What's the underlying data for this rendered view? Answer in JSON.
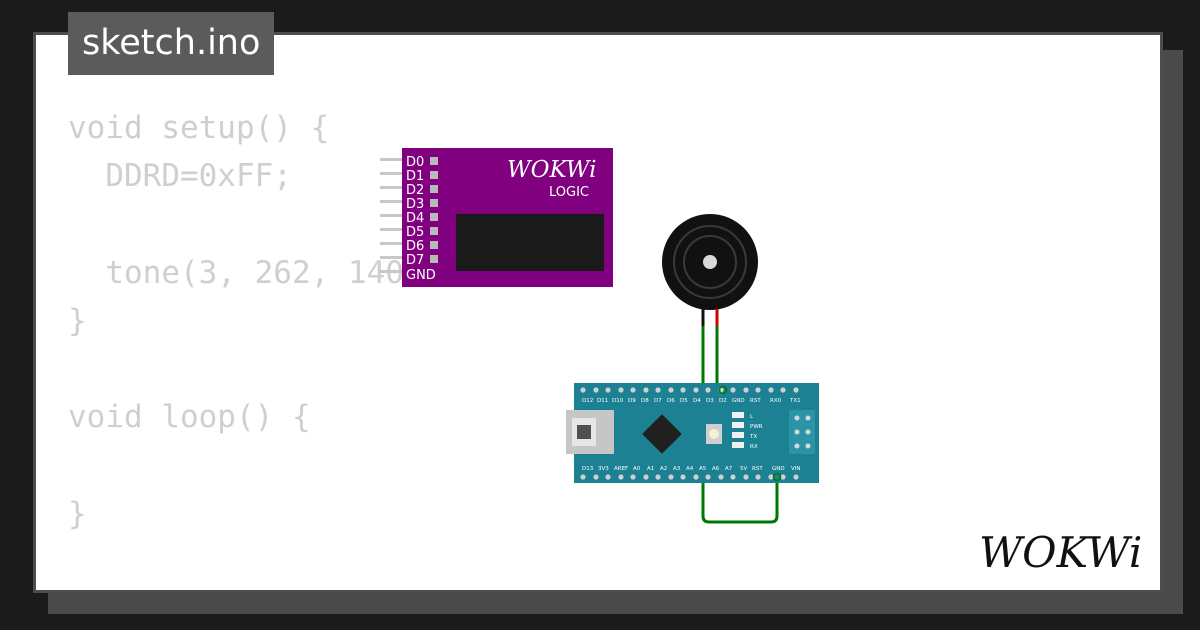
{
  "file_tab": {
    "label": "sketch.ino"
  },
  "code": {
    "lines": [
      "void setup() {",
      "  DDRD=0xFF;",
      "",
      "  tone(3, 262, 140",
      "}",
      "",
      "void loop() {",
      "",
      "}"
    ]
  },
  "logic_analyzer": {
    "brand": "WOKWi",
    "subtitle": "LOGIC",
    "pins": [
      "D0",
      "D1",
      "D2",
      "D3",
      "D4",
      "D5",
      "D6",
      "D7",
      "GND"
    ],
    "color": "#800080"
  },
  "arduino_nano": {
    "color": "#1b8193",
    "top_pin_labels": [
      "D12",
      "D11",
      "D10",
      "D9",
      "D8",
      "D7",
      "D6",
      "D5",
      "D4",
      "D3",
      "D2",
      "GND",
      "RST",
      "RX0",
      "TX1"
    ],
    "bottom_pin_labels": [
      "D13",
      "3V3",
      "AREF",
      "A0",
      "A1",
      "A2",
      "A3",
      "A4",
      "A5",
      "A6",
      "A7",
      "5V",
      "RST",
      "GND",
      "VIN"
    ],
    "led_labels": [
      "L",
      "PWR",
      "TX",
      "RX"
    ]
  },
  "wire_color": "#007700",
  "branding": {
    "logo": "WOKWi"
  }
}
